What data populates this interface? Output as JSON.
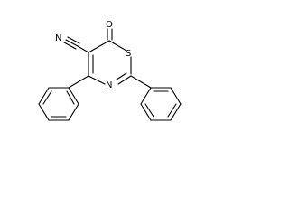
{
  "molecule": {
    "atom_labels": {
      "nitrile_nitrogen": "N",
      "carbonyl_oxygen": "O",
      "ring_sulfur": "S",
      "ring_nitrogen": "N"
    },
    "substituents": [
      "phenyl",
      "phenyl",
      "nitrile",
      "carbonyl"
    ]
  }
}
